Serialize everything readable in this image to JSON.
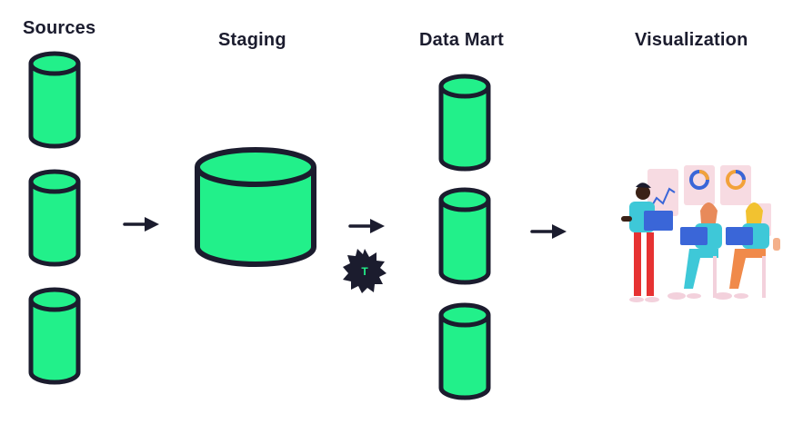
{
  "headings": {
    "sources": "Sources",
    "staging": "Staging",
    "data_mart": "Data Mart",
    "visualization": "Visualization"
  },
  "transform_badge": {
    "label": "T"
  },
  "icons": {
    "database": "database-cylinder-icon",
    "arrow": "arrow-right-icon",
    "transform": "transform-badge-icon",
    "illustration": "people-dashboard-illustration"
  },
  "colors": {
    "cylinder_fill": "#22f08a",
    "outline": "#1b1c2e",
    "badge_text": "#22f08a",
    "background": "#ffffff"
  }
}
